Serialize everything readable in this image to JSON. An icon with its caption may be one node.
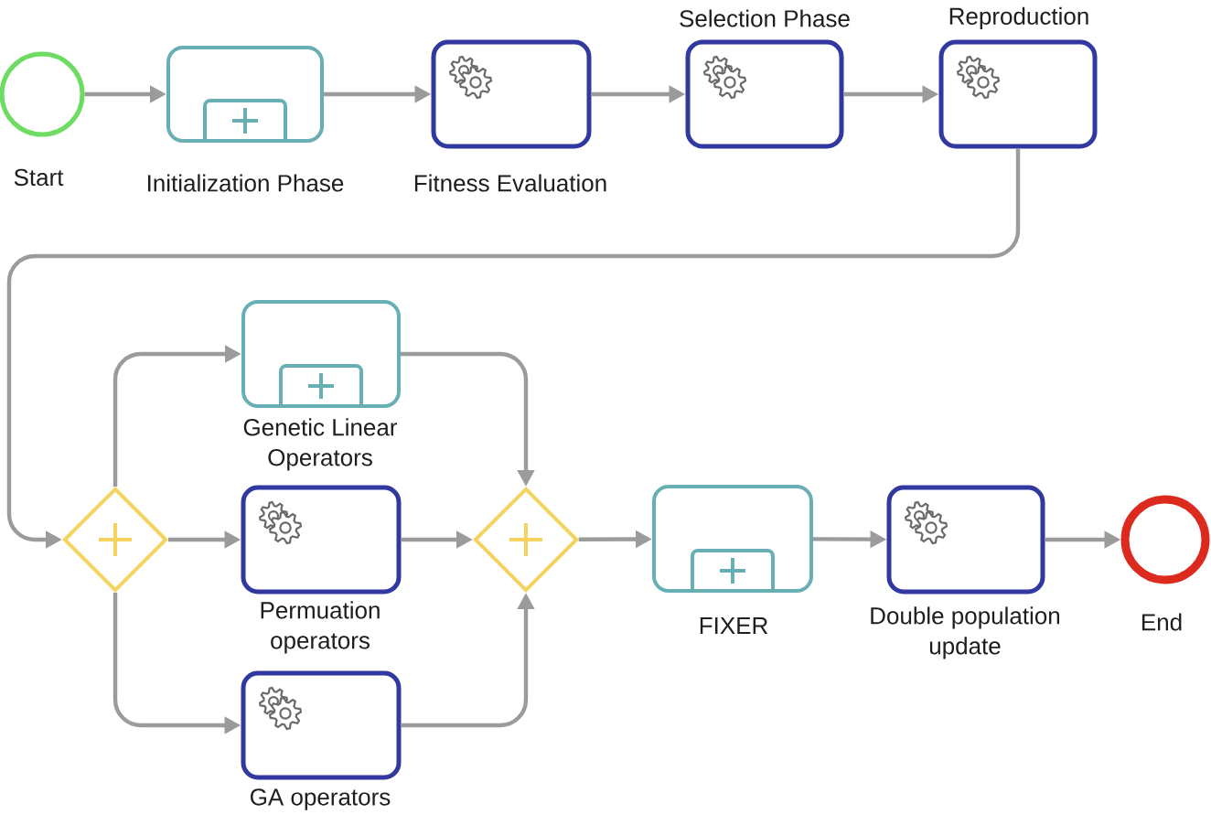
{
  "diagram": {
    "nodes": [
      {
        "text": [
          "Start"
        ]
      },
      {
        "text": [
          "Initialization Phase"
        ]
      },
      {
        "text": [
          "Fitness Evaluation"
        ]
      },
      {
        "text": [
          "Selection Phase"
        ]
      },
      {
        "text": [
          "Reproduction"
        ]
      },
      {
        "text": [],
        "shape": "diamond"
      },
      {
        "text": [
          "Genetic Linear Operators"
        ]
      },
      {
        "text": [
          "Permuation operators"
        ]
      },
      {
        "text": [
          "GA operators"
        ]
      },
      {
        "text": [],
        "shape": "diamond"
      },
      {
        "text": [
          "FIXER"
        ]
      },
      {
        "text": [
          "Double population update"
        ]
      },
      {
        "text": [
          "End"
        ]
      }
    ],
    "edges": [
      {
        "from": 0,
        "to": 1,
        "arrow": "to"
      },
      {
        "from": 1,
        "to": 2,
        "arrow": "to"
      },
      {
        "from": 2,
        "to": 3,
        "arrow": "to"
      },
      {
        "from": 3,
        "to": 4,
        "arrow": "to"
      },
      {
        "from": 4,
        "to": 5,
        "arrow": "to"
      },
      {
        "from": 5,
        "to": 6,
        "arrow": "to"
      },
      {
        "from": 5,
        "to": 7,
        "arrow": "to"
      },
      {
        "from": 5,
        "to": 8,
        "arrow": "to"
      },
      {
        "from": 6,
        "to": 9,
        "arrow": "to"
      },
      {
        "from": 7,
        "to": 9,
        "arrow": "to"
      },
      {
        "from": 8,
        "to": 9,
        "arrow": "to"
      },
      {
        "from": 9,
        "to": 10,
        "arrow": "to"
      },
      {
        "from": 10,
        "to": 11,
        "arrow": "to"
      },
      {
        "from": 11,
        "to": 12,
        "arrow": "to"
      }
    ]
  }
}
